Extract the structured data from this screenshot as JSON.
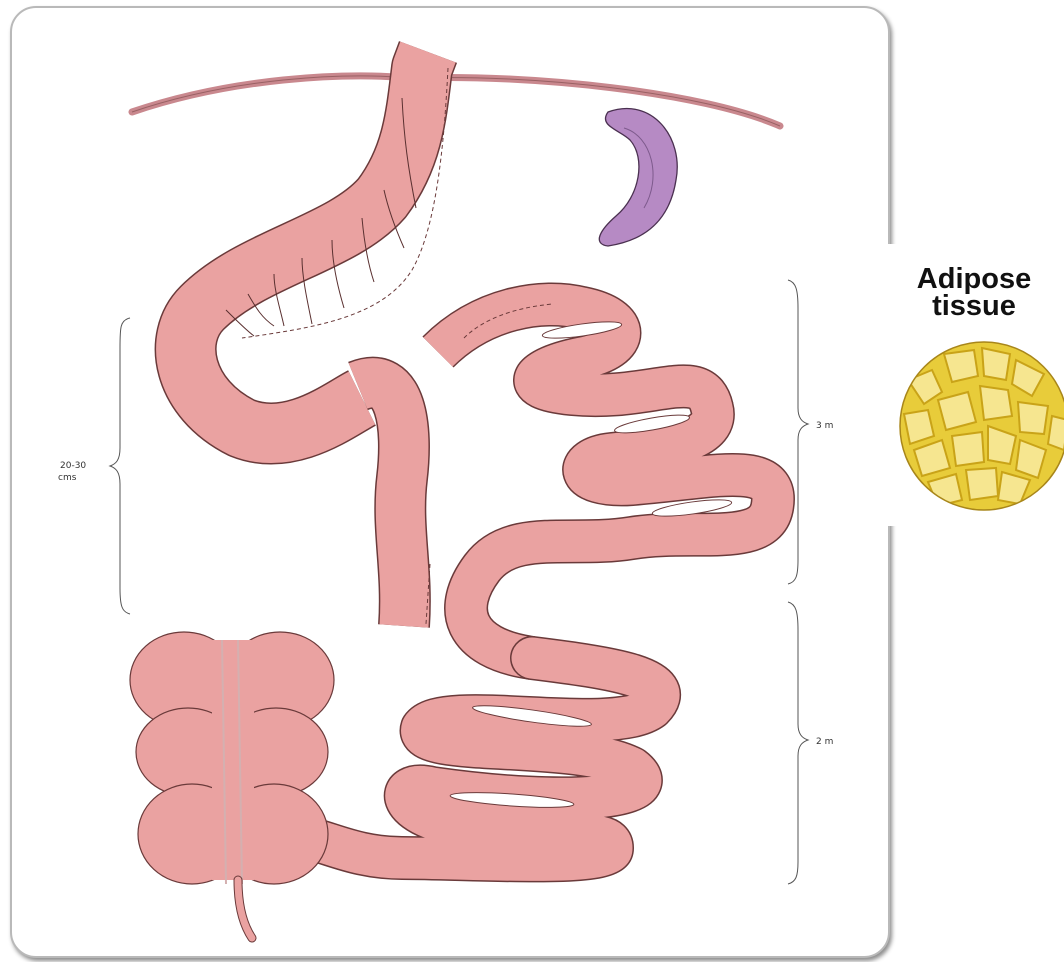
{
  "diagram": {
    "labels": {
      "proximal_length": "20-30",
      "proximal_unit": "cms",
      "middle_length": "3 m",
      "distal_length": "2 m"
    }
  },
  "inset": {
    "title_line1": "Adipose",
    "title_line2": "tissue"
  },
  "colors": {
    "intestine": "#eaa2a1",
    "intestine_outline": "#6a3a3a",
    "spleen": "#b68ac4",
    "adipose": "#e8cc3a"
  }
}
